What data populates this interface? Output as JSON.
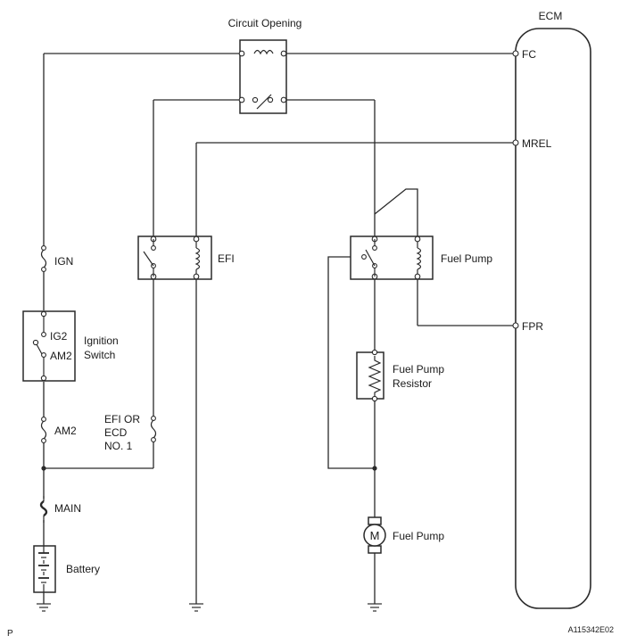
{
  "title": "Circuit Opening",
  "ecm": {
    "label": "ECM",
    "pins": {
      "fc": "FC",
      "mrel": "MREL",
      "fpr": "FPR"
    }
  },
  "components": {
    "ign_fuse": "IGN",
    "ig2": "IG2",
    "am2_switch": "AM2",
    "ignition_switch_line1": "Ignition",
    "ignition_switch_line2": "Switch",
    "am2_fuse": "AM2",
    "main_fuse": "MAIN",
    "battery": "Battery",
    "efi_relay": "EFI",
    "efi_fuse_line1": "EFI OR",
    "efi_fuse_line2": "ECD",
    "efi_fuse_line3": "NO. 1",
    "fuel_pump_relay": "Fuel Pump",
    "resistor_line1": "Fuel Pump",
    "resistor_line2": "Resistor",
    "motor_symbol": "M",
    "fuel_pump_motor": "Fuel Pump"
  },
  "footer": {
    "page_mark": "P",
    "code": "A115342E02"
  }
}
